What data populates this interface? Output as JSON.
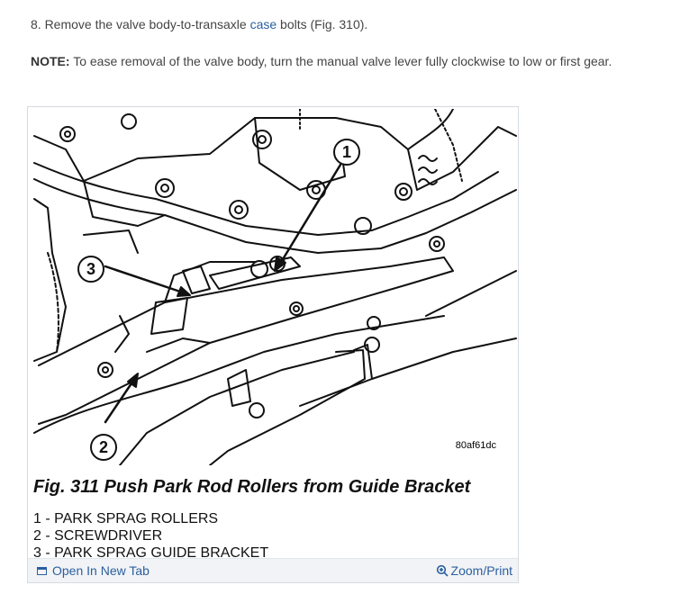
{
  "step": {
    "prefix": "8. Remove the valve body-to-transaxle ",
    "link": "case",
    "suffix": " bolts (Fig. 310)."
  },
  "note": {
    "label": "NOTE:",
    "text": " To ease removal of the valve body, turn the manual valve lever fully clockwise to low or first gear."
  },
  "figure": {
    "callouts": [
      "1",
      "2",
      "3"
    ],
    "code": "80af61dc",
    "caption": "Fig. 311 Push Park Rod Rollers from Guide Bracket",
    "legend": [
      "1 - PARK SPRAG ROLLERS",
      "2 - SCREWDRIVER",
      "3 - PARK SPRAG GUIDE BRACKET"
    ]
  },
  "footer": {
    "open_tab": "Open In New Tab",
    "zoom_print": "Zoom/Print"
  },
  "colors": {
    "link": "#2b5f9e",
    "text": "#444444"
  },
  "icons": [
    "open-tab-icon",
    "zoom-icon"
  ]
}
